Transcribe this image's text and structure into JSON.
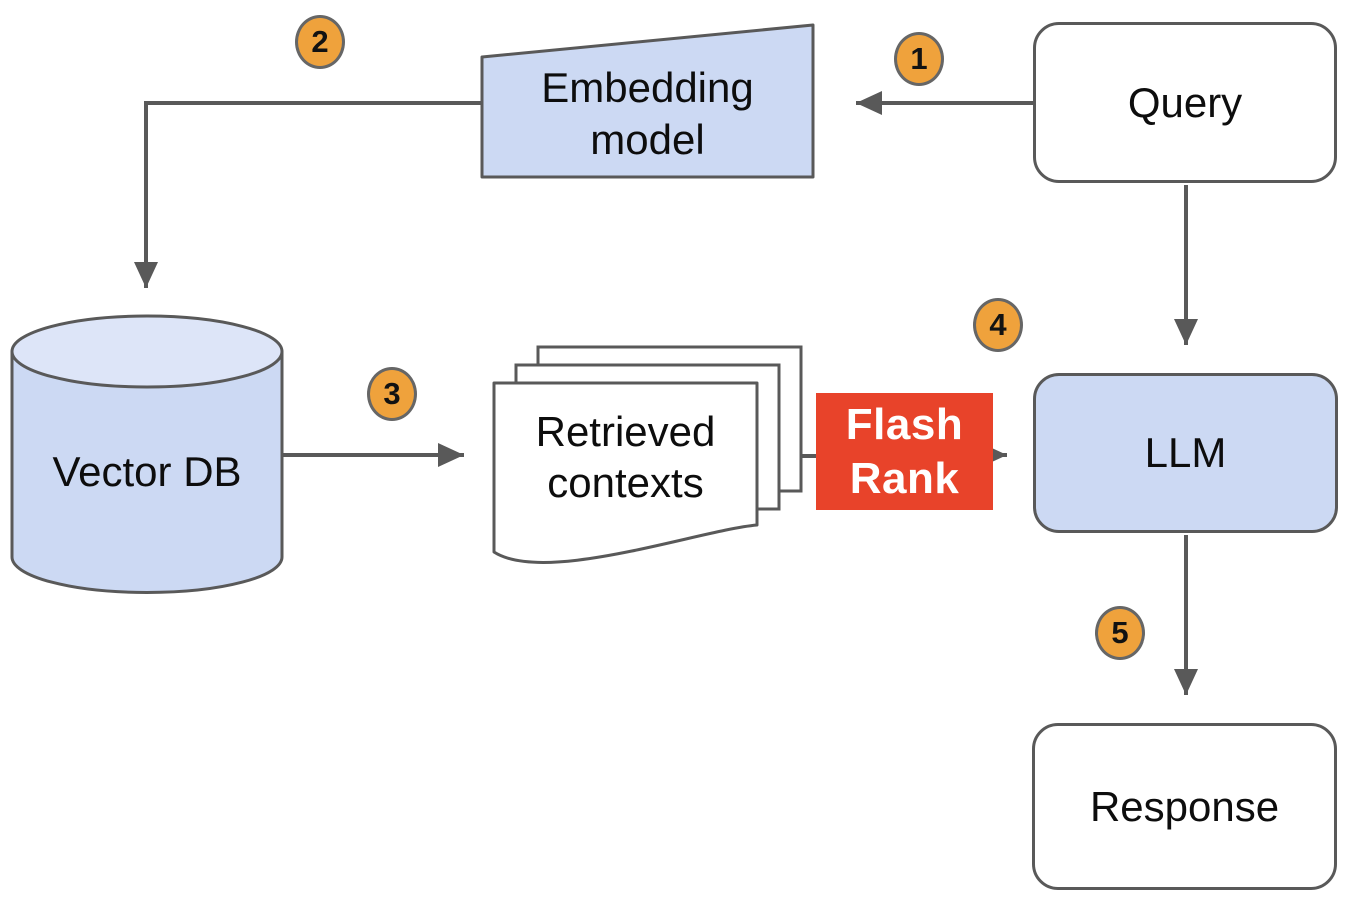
{
  "diagram": {
    "type": "flowchart",
    "description": "RAG pipeline with FlashRank re-ranking",
    "nodes": {
      "query": {
        "label": "Query"
      },
      "embedding_model": {
        "label": "Embedding model"
      },
      "vector_db": {
        "label": "Vector DB"
      },
      "retrieved_contexts": {
        "label": "Retrieved contexts"
      },
      "flash_rank": {
        "label": "Flash Rank"
      },
      "llm": {
        "label": "LLM"
      },
      "response": {
        "label": "Response"
      }
    },
    "step_badges": [
      "1",
      "2",
      "3",
      "4",
      "5"
    ],
    "edges": [
      {
        "from": "query",
        "to": "embedding_model",
        "step": "1"
      },
      {
        "from": "embedding_model",
        "to": "vector_db",
        "step": "2"
      },
      {
        "from": "vector_db",
        "to": "retrieved_contexts",
        "step": "3"
      },
      {
        "from": "retrieved_contexts",
        "to": "flash_rank",
        "step": null
      },
      {
        "from": "flash_rank",
        "to": "llm",
        "step": "4"
      },
      {
        "from": "query",
        "to": "llm",
        "step": null
      },
      {
        "from": "llm",
        "to": "response",
        "step": "5"
      }
    ],
    "colors": {
      "node_fill_blue": "#ccd9f3",
      "cylinder_top_fill": "#dde5f8",
      "node_border": "#595959",
      "arrow": "#595959",
      "badge_fill": "#efa23c",
      "badge_border": "#666666",
      "flashrank_bg": "#e8432a",
      "flashrank_text": "#ffffff",
      "label_text": "#0d0d0d",
      "canvas_bg": "#ffffff"
    }
  }
}
